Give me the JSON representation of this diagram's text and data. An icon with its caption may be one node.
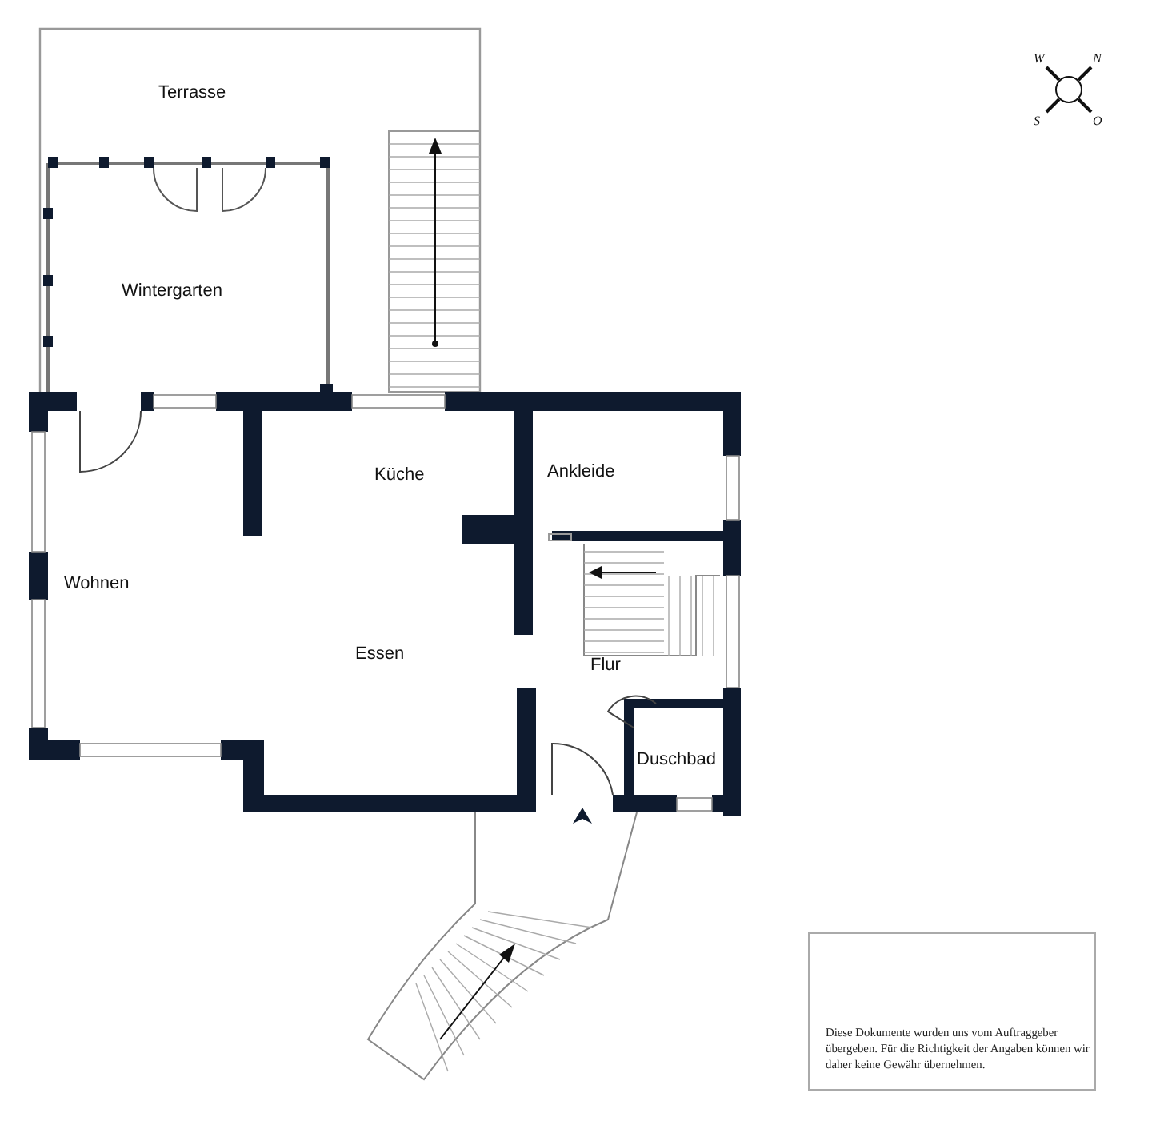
{
  "diagram": {
    "labels": [
      "W",
      "N",
      "S",
      "O",
      "Terrasse",
      "Wintergarten",
      "Küche",
      "Ankleide",
      "Wohnen",
      "Essen",
      "Flur",
      "Duschbad",
      "Diese Dokumente wurden uns vom Auftraggeber übergeben. Für die Richtigkeit der Angaben können wir daher keine Gewähr übernehmen."
    ]
  }
}
